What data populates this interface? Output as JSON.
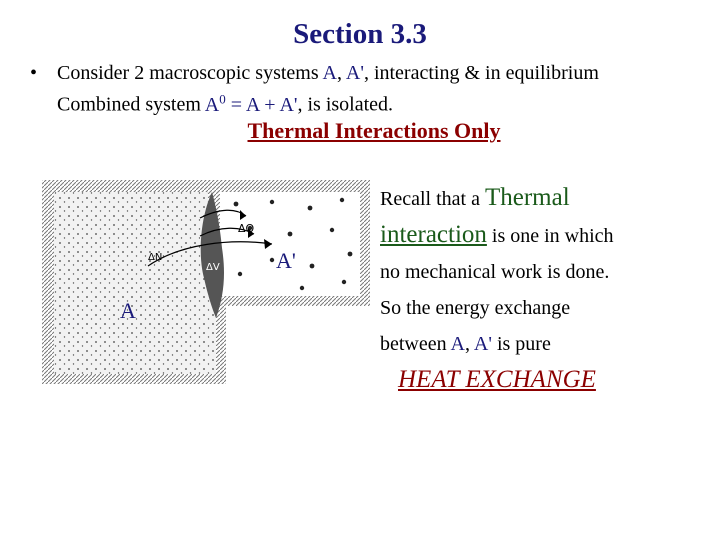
{
  "title": "Section 3.3",
  "bullet": {
    "symbol": "•",
    "line1": {
      "pre": "Consider 2 macroscopic systems ",
      "A": "A",
      "comma": ", ",
      "Aprime": "A'",
      "post": ", interacting & in equilibrium"
    },
    "line2": {
      "pre": "Combined system ",
      "A0": "A",
      "sup0": "0",
      "eq": " = A + A'",
      "post": ", is isolated."
    }
  },
  "subheading": "Thermal Interactions Only",
  "figure": {
    "label_A": "A",
    "label_A_prime": "A'",
    "label_dQ": "ΔQ",
    "label_dN": "ΔN",
    "label_dV": "ΔV"
  },
  "recall": {
    "p1": "Recall that a ",
    "big1": "Thermal",
    "big2": "interaction",
    "p2": " is one in which",
    "line3": "no mechanical work is done.",
    "line4": "So the energy exchange",
    "line5_pre": "between ",
    "line5_A": "A",
    "line5_comma": ", ",
    "line5_Aprime": "A'",
    "line5_post": " is pure"
  },
  "heat_exchange": "HEAT EXCHANGE",
  "colors": {
    "title": "#1a1a7a",
    "subheading": "#8b0000",
    "green": "#1a5a1a"
  }
}
